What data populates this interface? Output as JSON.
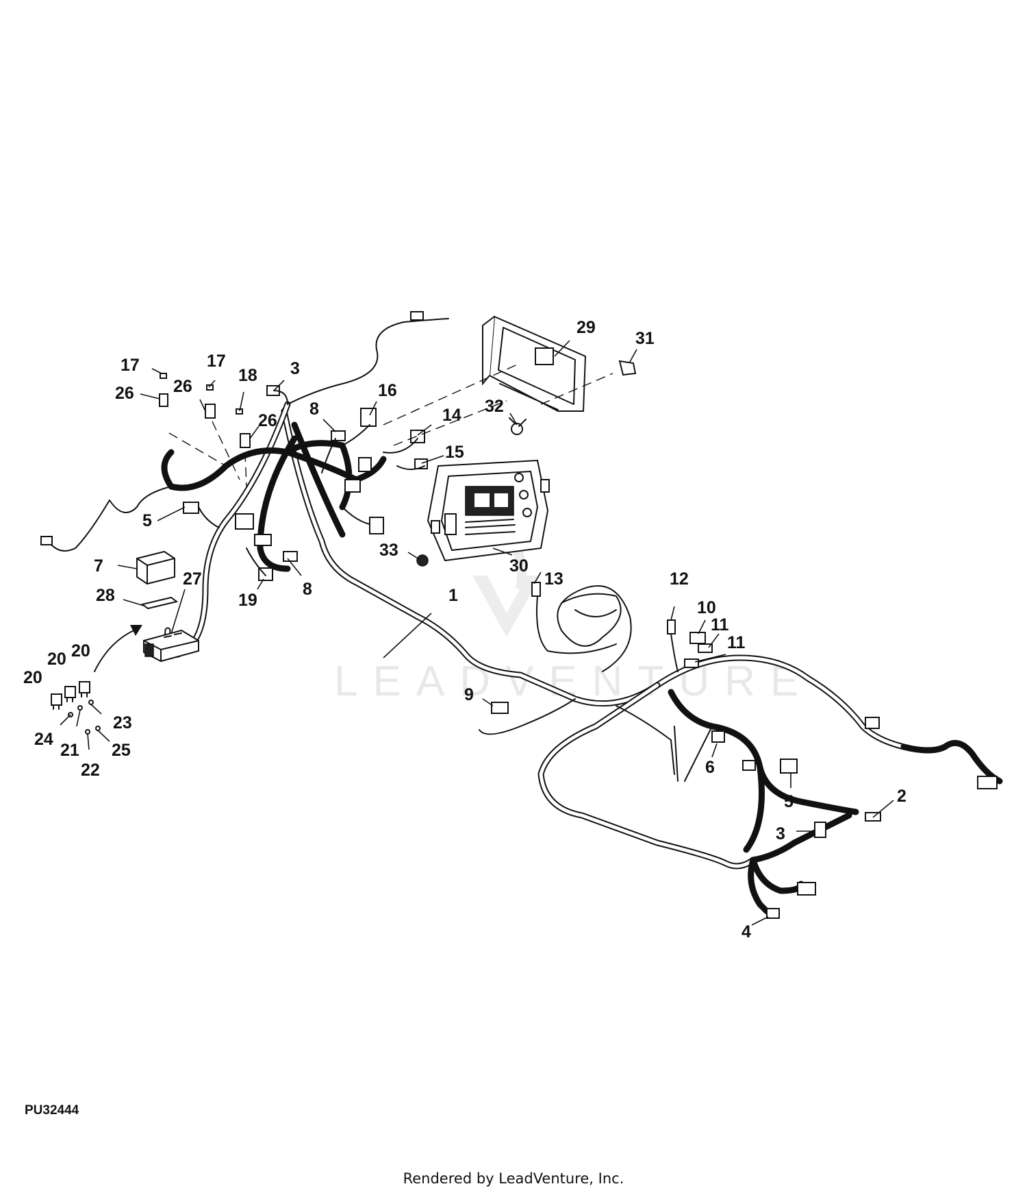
{
  "figure_id": "PU32444",
  "footer": "Rendered by LeadVenture, Inc.",
  "watermark": "LEADVENTURE",
  "callouts": [
    "1",
    "2",
    "3",
    "3",
    "4",
    "5",
    "5",
    "6",
    "7",
    "8",
    "8",
    "9",
    "10",
    "11",
    "11",
    "12",
    "13",
    "14",
    "15",
    "16",
    "17",
    "17",
    "18",
    "19",
    "20",
    "20",
    "20",
    "21",
    "22",
    "23",
    "24",
    "25",
    "26",
    "26",
    "26",
    "27",
    "28",
    "29",
    "30",
    "31",
    "32",
    "33"
  ]
}
